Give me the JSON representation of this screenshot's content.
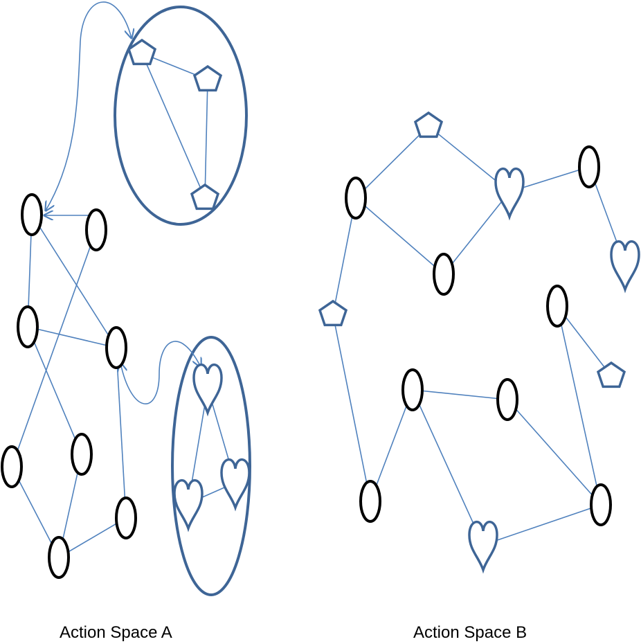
{
  "colors": {
    "edge": "#4F81BD",
    "shape": "#3E6596",
    "circle_stroke": "#000000",
    "background": "#FFFFFF"
  },
  "captions": {
    "a": "Action Space A",
    "b": "Action Space B"
  },
  "diagram": {
    "space_a": {
      "group_ellipses": [
        "pentagon-cluster",
        "heart-cluster"
      ],
      "nodes": [
        {
          "id": "A1",
          "shape": "oval"
        },
        {
          "id": "A2",
          "shape": "oval"
        },
        {
          "id": "A3",
          "shape": "oval"
        },
        {
          "id": "A4",
          "shape": "oval"
        },
        {
          "id": "A5",
          "shape": "oval"
        },
        {
          "id": "A6",
          "shape": "oval"
        },
        {
          "id": "A7",
          "shape": "oval"
        },
        {
          "id": "A8",
          "shape": "oval"
        },
        {
          "id": "A9",
          "shape": "oval"
        },
        {
          "id": "P1",
          "shape": "pentagon"
        },
        {
          "id": "P2",
          "shape": "pentagon"
        },
        {
          "id": "P3",
          "shape": "pentagon"
        },
        {
          "id": "H1",
          "shape": "heart"
        },
        {
          "id": "H2",
          "shape": "heart"
        },
        {
          "id": "H3",
          "shape": "heart"
        }
      ],
      "edges": [
        [
          "A1",
          "A3"
        ],
        [
          "A1",
          "A4"
        ],
        [
          "A2",
          "A5"
        ],
        [
          "A3",
          "A4"
        ],
        [
          "A3",
          "A6"
        ],
        [
          "A5",
          "A8"
        ],
        [
          "A6",
          "A8"
        ],
        [
          "A8",
          "A9"
        ],
        [
          "A7",
          "A4"
        ],
        [
          "P1",
          "P2"
        ],
        [
          "P1",
          "P3"
        ],
        [
          "P2",
          "P3"
        ],
        [
          "H1",
          "H3"
        ],
        [
          "H1",
          "H2"
        ],
        [
          "H2",
          "H3"
        ]
      ],
      "arrows": [
        {
          "from": "A2",
          "to": "A1"
        }
      ]
    },
    "space_b": {
      "nodes": [
        {
          "id": "B1",
          "shape": "oval"
        },
        {
          "id": "B2",
          "shape": "oval"
        },
        {
          "id": "B3",
          "shape": "oval"
        },
        {
          "id": "B4",
          "shape": "oval"
        },
        {
          "id": "B5",
          "shape": "oval"
        },
        {
          "id": "B6",
          "shape": "oval"
        },
        {
          "id": "B7",
          "shape": "oval"
        },
        {
          "id": "B8",
          "shape": "oval"
        },
        {
          "id": "BP1",
          "shape": "pentagon"
        },
        {
          "id": "BP2",
          "shape": "pentagon"
        },
        {
          "id": "BP3",
          "shape": "pentagon"
        },
        {
          "id": "BH1",
          "shape": "heart"
        },
        {
          "id": "BH2",
          "shape": "heart"
        },
        {
          "id": "BH3",
          "shape": "heart"
        }
      ],
      "edges": [
        [
          "BP1",
          "B1"
        ],
        [
          "BP1",
          "BH1"
        ],
        [
          "B1",
          "B2"
        ],
        [
          "B2",
          "BH1"
        ],
        [
          "BH1",
          "B3"
        ],
        [
          "B3",
          "BH2"
        ],
        [
          "B1",
          "BP2"
        ],
        [
          "BP2",
          "B6"
        ],
        [
          "B4",
          "B5"
        ],
        [
          "B4",
          "B6"
        ],
        [
          "B4",
          "BH3"
        ],
        [
          "BH3",
          "B7"
        ],
        [
          "B5",
          "B7"
        ],
        [
          "B8",
          "B7"
        ],
        [
          "B8",
          "BP3"
        ]
      ]
    }
  }
}
